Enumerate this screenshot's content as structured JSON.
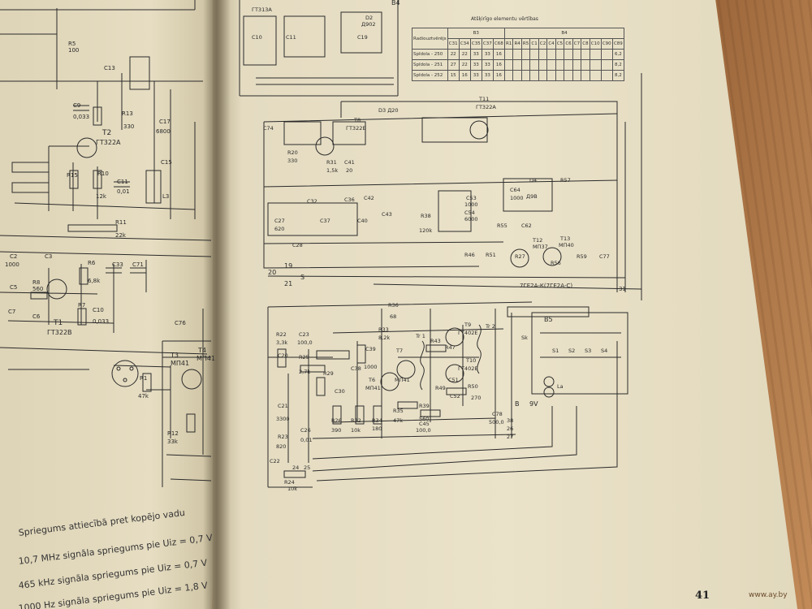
{
  "page_number": "41",
  "watermark": "www.ay.by",
  "table": {
    "title": "Atšķirīgo elementu vērtības",
    "header_radio": "Radiouztvērējs",
    "group_b3": "B3",
    "group_b4": "B4",
    "columns": [
      "C31",
      "C34",
      "C35",
      "C37",
      "C68",
      "R1",
      "R4",
      "R5",
      "C1",
      "C2",
      "C4",
      "C5",
      "C6",
      "C7",
      "C8",
      "C10",
      "C90",
      "C89"
    ],
    "rows": [
      {
        "label": "Spīdola - 250",
        "values": [
          "22",
          "22",
          "33",
          "33",
          "16",
          "",
          "",
          "",
          "",
          "",
          "",
          "",
          "",
          "",
          "",
          "",
          "",
          "6,2"
        ]
      },
      {
        "label": "Spīdola - 251",
        "values": [
          "27",
          "22",
          "33",
          "33",
          "16",
          "",
          "",
          "",
          "",
          "",
          "",
          "",
          "",
          "",
          "",
          "",
          "",
          "8,2"
        ]
      },
      {
        "label": "Spīdola - 252",
        "values": [
          "15",
          "16",
          "33",
          "33",
          "16",
          "",
          "",
          "",
          "",
          "",
          "",
          "",
          "",
          "",
          "",
          "",
          "",
          "8,2"
        ]
      }
    ]
  },
  "captions": [
    "Spriegums attiecībā pret kopējo vadu",
    "10,7 MHz signāla spriegums pie Uiz = 0,7 V",
    "465 kHz signāla spriegums pie Uiz = 0,7 V",
    "1000 Hz signāla spriegums pie Uiz = 1,8 V"
  ],
  "left_labels": {
    "c9": "C9",
    "c9v": "0,033",
    "r13": "R13",
    "r13v": "330",
    "t2": "T2",
    "t2m": "ГТ322А",
    "r15": "R15",
    "r10": "R10",
    "r10v": "12k",
    "c11": "C11",
    "c11v": "0,01",
    "r11": "R11",
    "r11v": "22k",
    "c17": "C17",
    "c17v": "6800",
    "c15": "C15",
    "c2": "C2",
    "c2v": "1000",
    "r6": "R6",
    "r6v": "6,8k",
    "c33": "C33",
    "c71": "C71",
    "t1": "T1",
    "t1m": "ГТ322В",
    "c10": "C10",
    "c10v": "0,033",
    "r8": "R8",
    "r8v": "560",
    "t3": "T3",
    "t3m": "МП41",
    "t4": "T4",
    "t4m": "МП41",
    "r1": "R1",
    "r1v": "47k",
    "r12": "R12",
    "r12v": "33k",
    "c76": "C76",
    "r5": "R5",
    "r5v": "100",
    "c13": "C13",
    "l3": "L3",
    "c3": "C3",
    "r7": "R7",
    "c7": "C7",
    "c6": "C6",
    "c5": "C5"
  },
  "right_labels": {
    "b4": "B4",
    "d2": "D2",
    "d2m": "Д902",
    "t3": "ГТ313А",
    "c10": "C10",
    "c11": "C11",
    "c19": "C19",
    "t8": "T8",
    "t8m": "ГТ322Б",
    "t11": "T11",
    "t11m": "ГТ322А",
    "d3": "D3 Д20",
    "c74": "C74",
    "r20": "R20",
    "r20v": "330",
    "c41": "C41",
    "c41v": "20",
    "r31": "R31",
    "r31v": "1,5k",
    "c32": "C32",
    "c36": "C36",
    "c42": "C42",
    "c27": "C27",
    "c27v": "620",
    "c28": "C28",
    "c37": "C37",
    "c40": "C40",
    "c43": "C43",
    "r38": "R38",
    "r38v": "120k",
    "c53": "C53",
    "c53v": "1000",
    "c54": "C54",
    "c54v": "6000",
    "c64": "C64",
    "c64v": "1000",
    "r55": "R55",
    "c62": "C62",
    "d4": "D4",
    "d4m": "Д9В",
    "r57": "R57",
    "t12": "T12",
    "t12m": "МП37",
    "t13": "T13",
    "t13m": "МП40",
    "r46": "R46",
    "r51": "R51",
    "r27": "R27",
    "r56": "R56",
    "r59": "R59",
    "c77": "C77",
    "bus": "7ГЕ2А-К(7ГЕ2А-С)",
    "n20": "20",
    "n19": "19",
    "n21": "21",
    "s": "S",
    "n31": "31",
    "r36": "R36",
    "r36v": "68",
    "t9": "T9",
    "t9m": "ГТ402Е",
    "t10": "T10",
    "t10m": "ГТ402Е",
    "t6": "T6",
    "t6m": "МП41",
    "t7": "T7",
    "t7m": "МП41",
    "tr1": "Tr 1",
    "tr2": "Tr 2",
    "r22": "R22",
    "r22v": "3,3k",
    "c23": "C23",
    "c23v": "100,0",
    "c20": "C20",
    "r25": "R25",
    "r25v": "2,7k",
    "r29": "R29",
    "c39": "C39",
    "c39v": "1000",
    "r33": "R33",
    "r33v": "8,2k",
    "r43": "R43",
    "r47": "R47",
    "c51": "C51",
    "r50": "R50",
    "r50v": "270",
    "c52": "C52",
    "r49": "R49",
    "c30": "C30",
    "c38": "C38",
    "c21": "C21",
    "c21v": "3300",
    "r26": "R26",
    "r26v": "390",
    "r32": "R32",
    "r32v": "10k",
    "r34": "R34",
    "r34v": "180",
    "r35": "R35",
    "r35v": "47k",
    "r39": "R39",
    "r39v": "560",
    "c45": "C45",
    "c45v": "100,0",
    "c78": "C78",
    "c78v": "500,0",
    "c26": "C26",
    "c26v": "0,01",
    "r23": "R23",
    "r23v": "820",
    "c22": "C22",
    "r24": "R24",
    "r24v": "10k",
    "b5": "B5",
    "sk": "Sk",
    "b": "B",
    "bv": "9V",
    "la": "La",
    "s1": "S1",
    "s2": "S2",
    "s3": "S3",
    "s4": "S4",
    "n24": "24",
    "n25": "25",
    "n26": "26",
    "n27": "27",
    "n38": "38"
  }
}
